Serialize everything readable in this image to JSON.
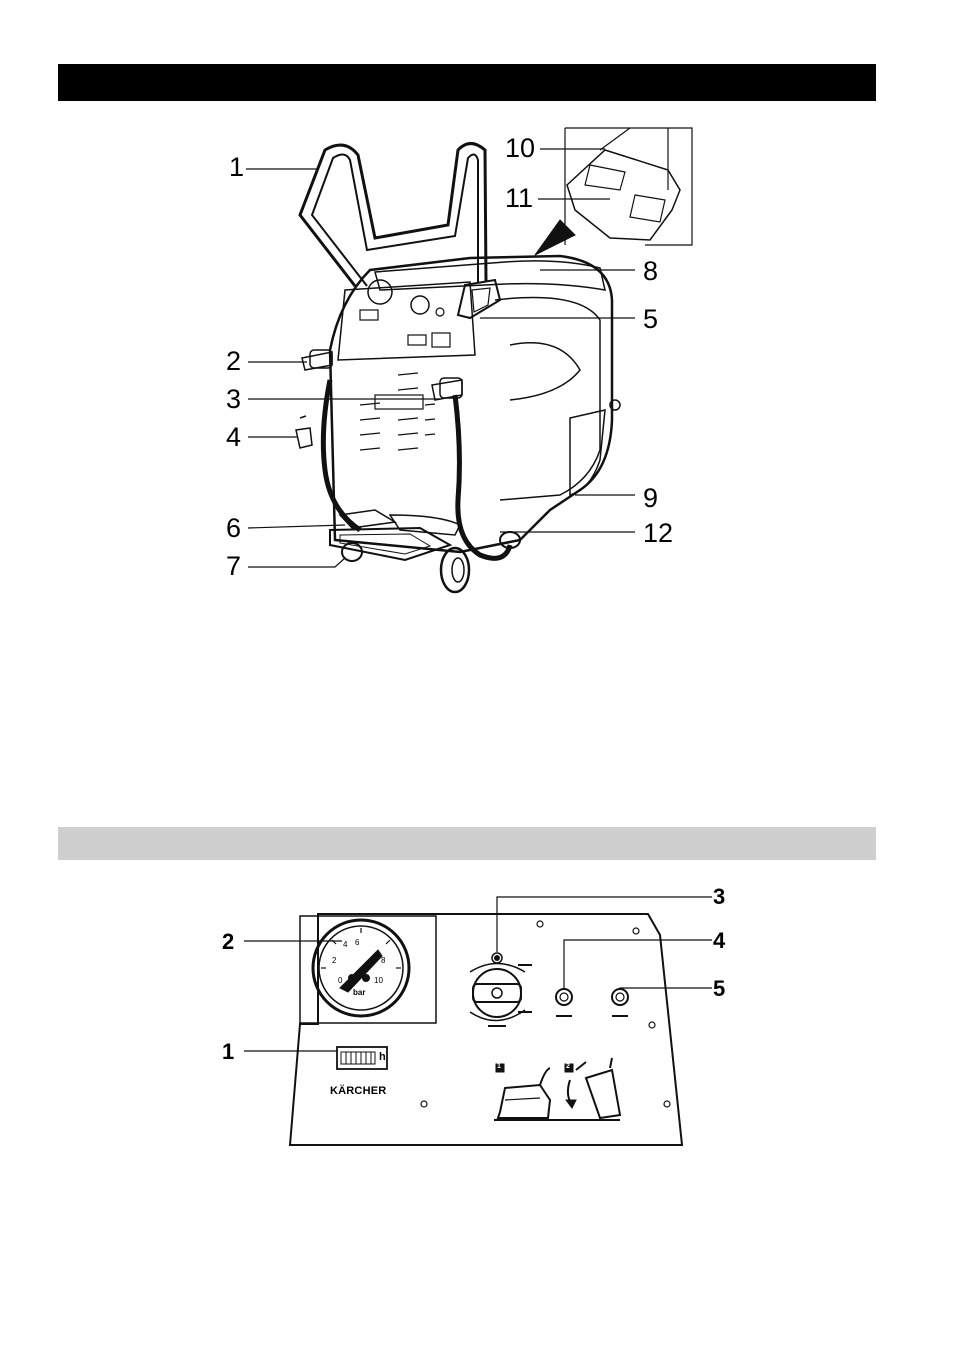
{
  "figure1": {
    "callouts": [
      "1",
      "2",
      "3",
      "4",
      "5",
      "6",
      "7",
      "8",
      "9",
      "10",
      "11",
      "12"
    ]
  },
  "figure2": {
    "callouts": [
      "1",
      "2",
      "3",
      "4",
      "5"
    ],
    "gauge_numbers": [
      "0",
      "2",
      "4",
      "6",
      "8",
      "10"
    ],
    "gauge_unit": "bar",
    "hour_meter_unit": "h",
    "brand": "KÄRCHER",
    "step_labels": [
      "1",
      "2"
    ]
  }
}
